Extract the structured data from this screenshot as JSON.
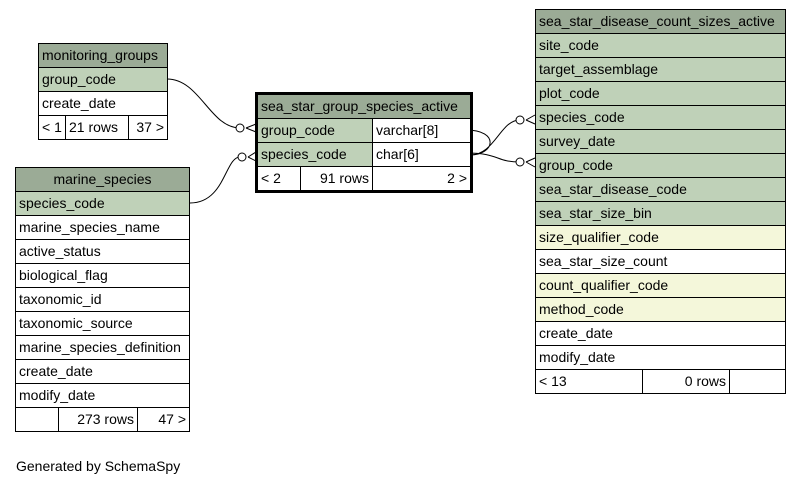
{
  "monitoring_groups": {
    "title": "monitoring_groups",
    "columns": [
      "group_code",
      "create_date"
    ],
    "footer": {
      "parents": "< 1",
      "rows": "21 rows",
      "children": "37 >"
    }
  },
  "marine_species": {
    "title": "marine_species",
    "columns": [
      "species_code",
      "marine_species_name",
      "active_status",
      "biological_flag",
      "taxonomic_id",
      "taxonomic_source",
      "marine_species_definition",
      "create_date",
      "modify_date"
    ],
    "footer": {
      "parents": "",
      "rows": "273 rows",
      "children": "47 >"
    }
  },
  "sea_star_group_species_active": {
    "title": "sea_star_group_species_active",
    "columns": [
      {
        "name": "group_code",
        "type": "varchar[8]"
      },
      {
        "name": "species_code",
        "type": "char[6]"
      }
    ],
    "footer": {
      "parents": "< 2",
      "rows": "91 rows",
      "children": "2 >"
    }
  },
  "sea_star_disease_count_sizes_active": {
    "title": "sea_star_disease_count_sizes_active",
    "columns": [
      "site_code",
      "target_assemblage",
      "plot_code",
      "species_code",
      "survey_date",
      "group_code",
      "sea_star_disease_code",
      "sea_star_size_bin",
      "size_qualifier_code",
      "sea_star_size_count",
      "count_qualifier_code",
      "method_code",
      "create_date",
      "modify_date"
    ],
    "footer": {
      "parents": "< 13",
      "rows": "0 rows",
      "children": ""
    }
  },
  "caption": "Generated by SchemaSpy",
  "colors": {
    "header": "#9bab96",
    "key_column": "#bfd1b8",
    "indexed_column": "#f4f7da"
  }
}
